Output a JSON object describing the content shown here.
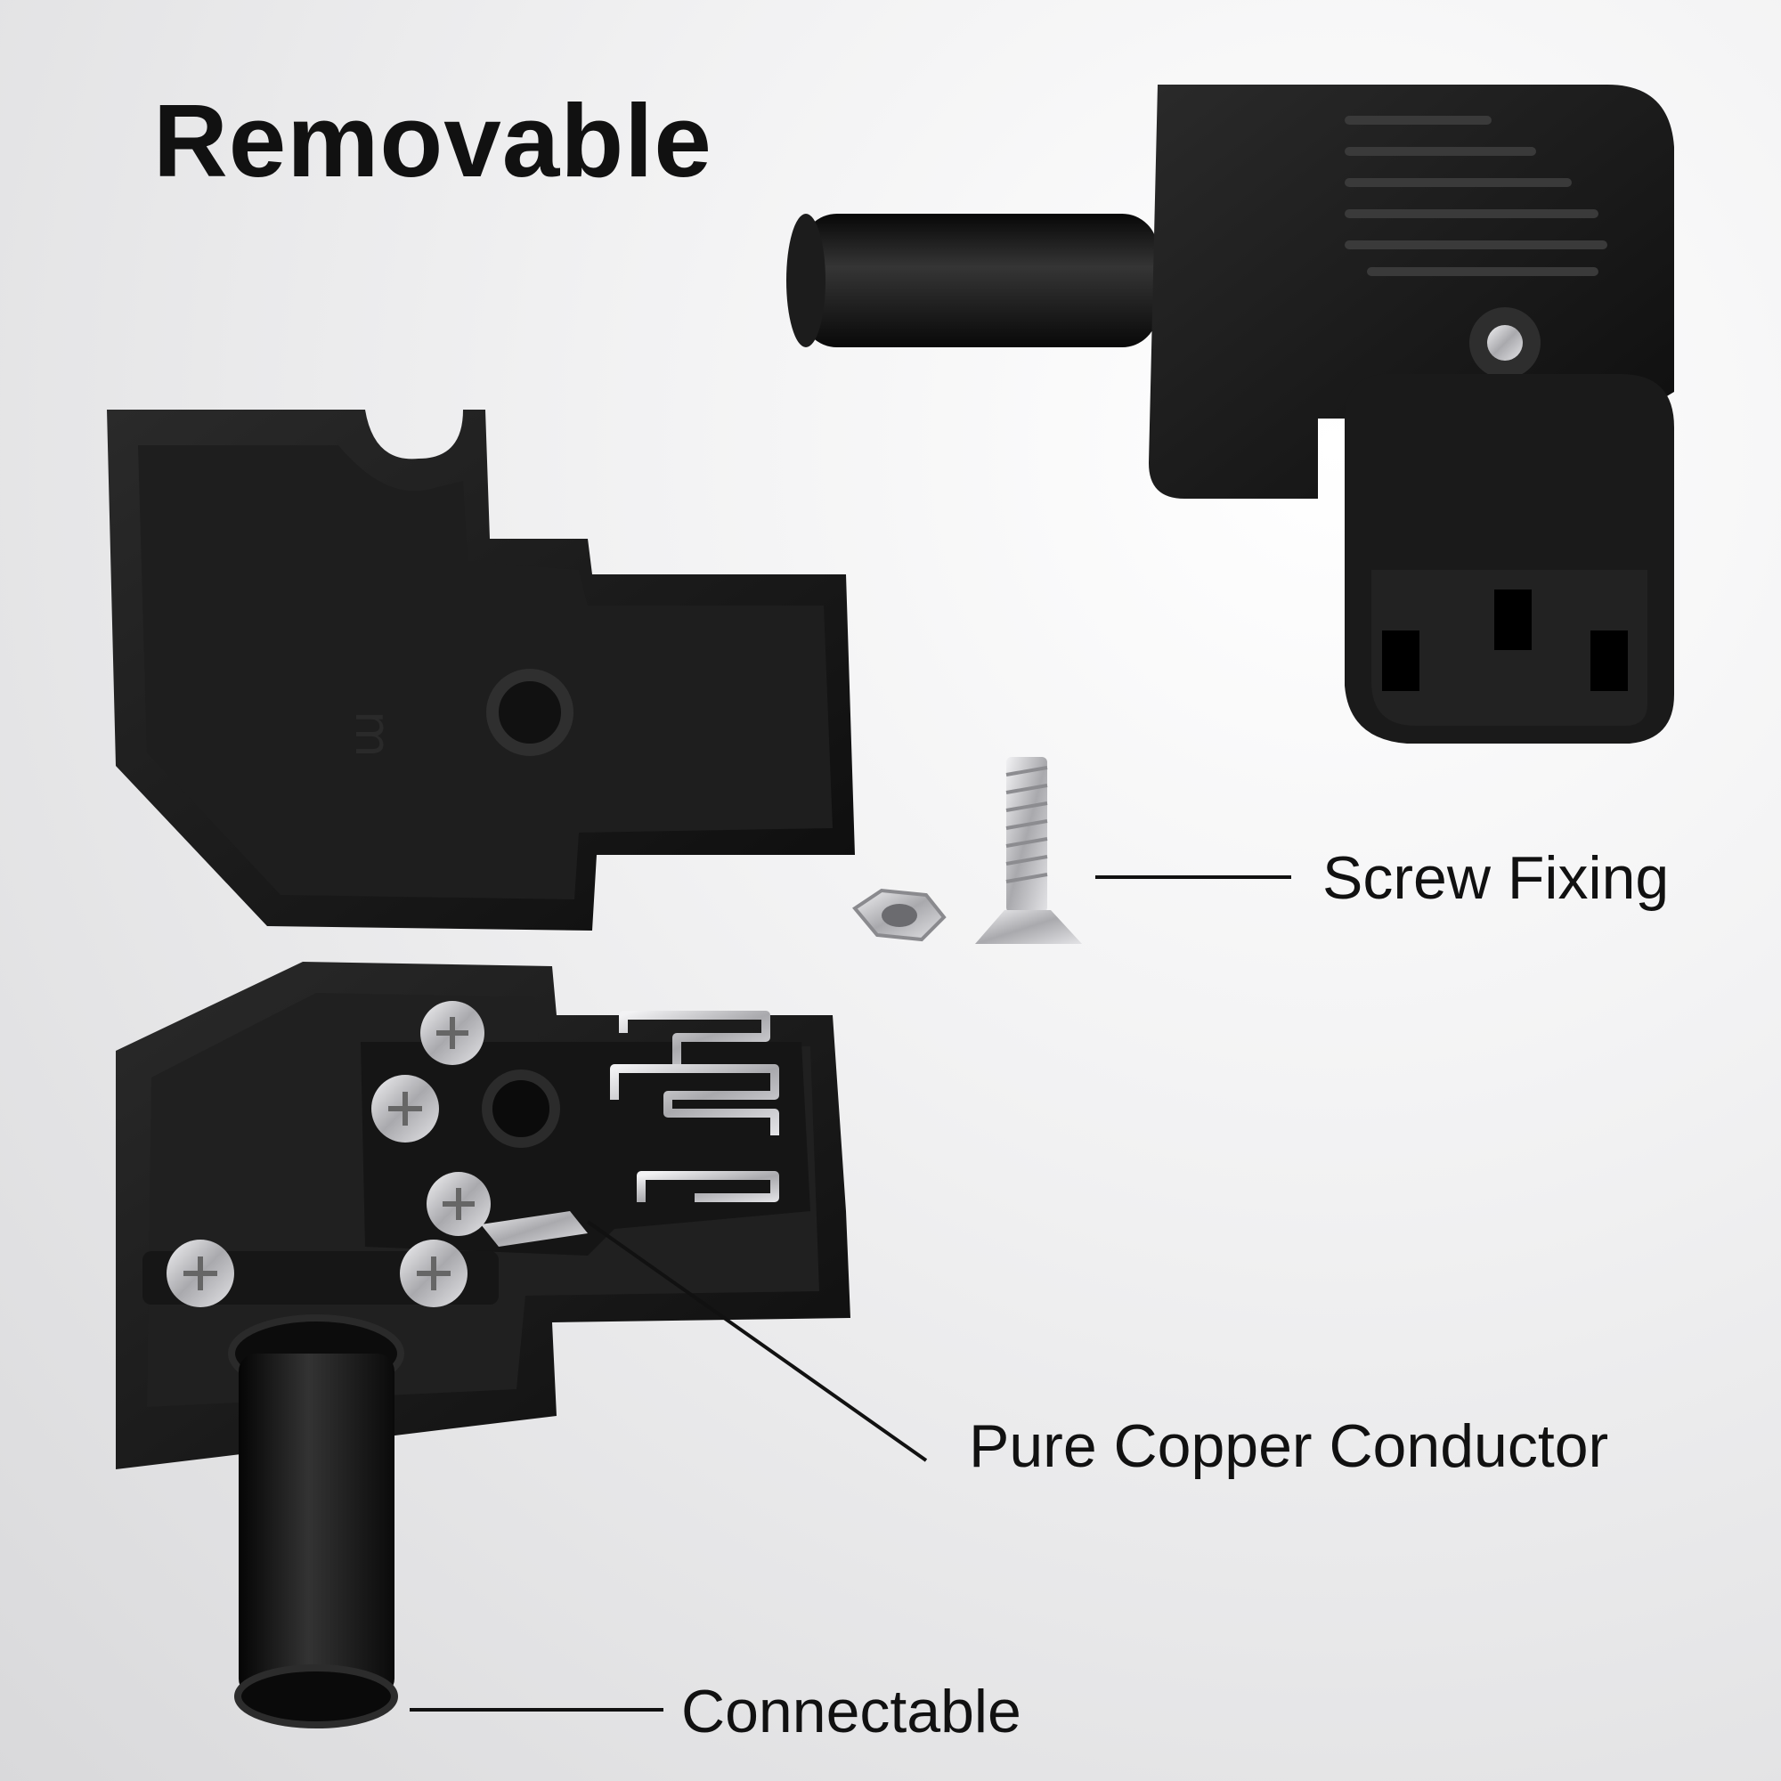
{
  "title": "Removable",
  "labels": {
    "screw_fixing": "Screw Fixing",
    "pure_copper_conductor": "Pure Copper Conductor",
    "connectable": "Connectable"
  },
  "colors": {
    "plastic": "#161616",
    "metal": "#c9c9cc",
    "text": "#111111"
  }
}
